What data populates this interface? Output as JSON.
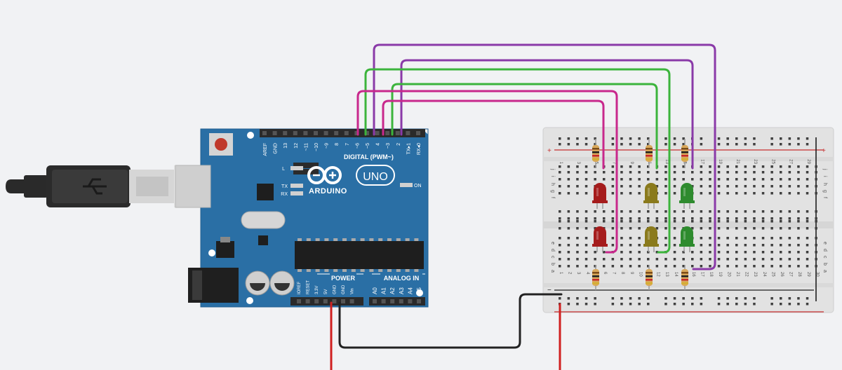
{
  "arduino": {
    "brand": "ARDUINO",
    "model": "UNO",
    "digital_header_label": "DIGITAL (PWM~)",
    "digital_pins": [
      "AREF",
      "GND",
      "13",
      "12",
      "~11",
      "~10",
      "~9",
      "8",
      "7",
      "~6",
      "~5",
      "4",
      "~3",
      "2",
      "TX▸1",
      "RX◂0"
    ],
    "led_labels": {
      "l": "L",
      "tx": "TX",
      "rx": "RX",
      "on": "ON"
    },
    "power_header_label": "POWER",
    "analog_header_label": "ANALOG IN",
    "power_pins": [
      "IOREF",
      "RESET",
      "3.3V",
      "5V",
      "GND",
      "GND",
      "Vin"
    ],
    "analog_pins": [
      "A0",
      "A1",
      "A2",
      "A3",
      "A4",
      "A5"
    ]
  },
  "breadboard": {
    "row_letters_top": [
      "f",
      "g",
      "h",
      "i",
      "j"
    ],
    "row_letters_bottom": [
      "a",
      "b",
      "c",
      "d",
      "e"
    ],
    "column_numbers_top": [
      "1",
      "3",
      "5",
      "7",
      "9",
      "11",
      "13",
      "15",
      "17",
      "19",
      "21",
      "23",
      "25",
      "27",
      "29"
    ],
    "column_numbers_bottom": [
      "1",
      "2",
      "3",
      "4",
      "5",
      "6",
      "7",
      "8",
      "9",
      "10",
      "11",
      "12",
      "13",
      "14",
      "15",
      "16",
      "17",
      "18",
      "19",
      "20",
      "21",
      "22",
      "23",
      "24",
      "25",
      "26",
      "27",
      "28",
      "29",
      "30"
    ],
    "plus_symbol": "+",
    "minus_symbol": "−"
  },
  "components": {
    "leds": [
      {
        "color_name": "red",
        "color": "#a51c1c"
      },
      {
        "color_name": "yellow",
        "color": "#8a7a1c"
      },
      {
        "color_name": "green",
        "color": "#2e8b2e"
      },
      {
        "color_name": "red",
        "color": "#a51c1c"
      },
      {
        "color_name": "yellow",
        "color": "#8a7a1c"
      },
      {
        "color_name": "green",
        "color": "#2e8b2e"
      }
    ]
  },
  "colors": {
    "board": "#2a6fa5",
    "wire_purple": "#8a3aa8",
    "wire_green": "#3cb43c",
    "wire_magenta": "#c8288c",
    "wire_black": "#222222",
    "wire_red": "#d02020"
  }
}
